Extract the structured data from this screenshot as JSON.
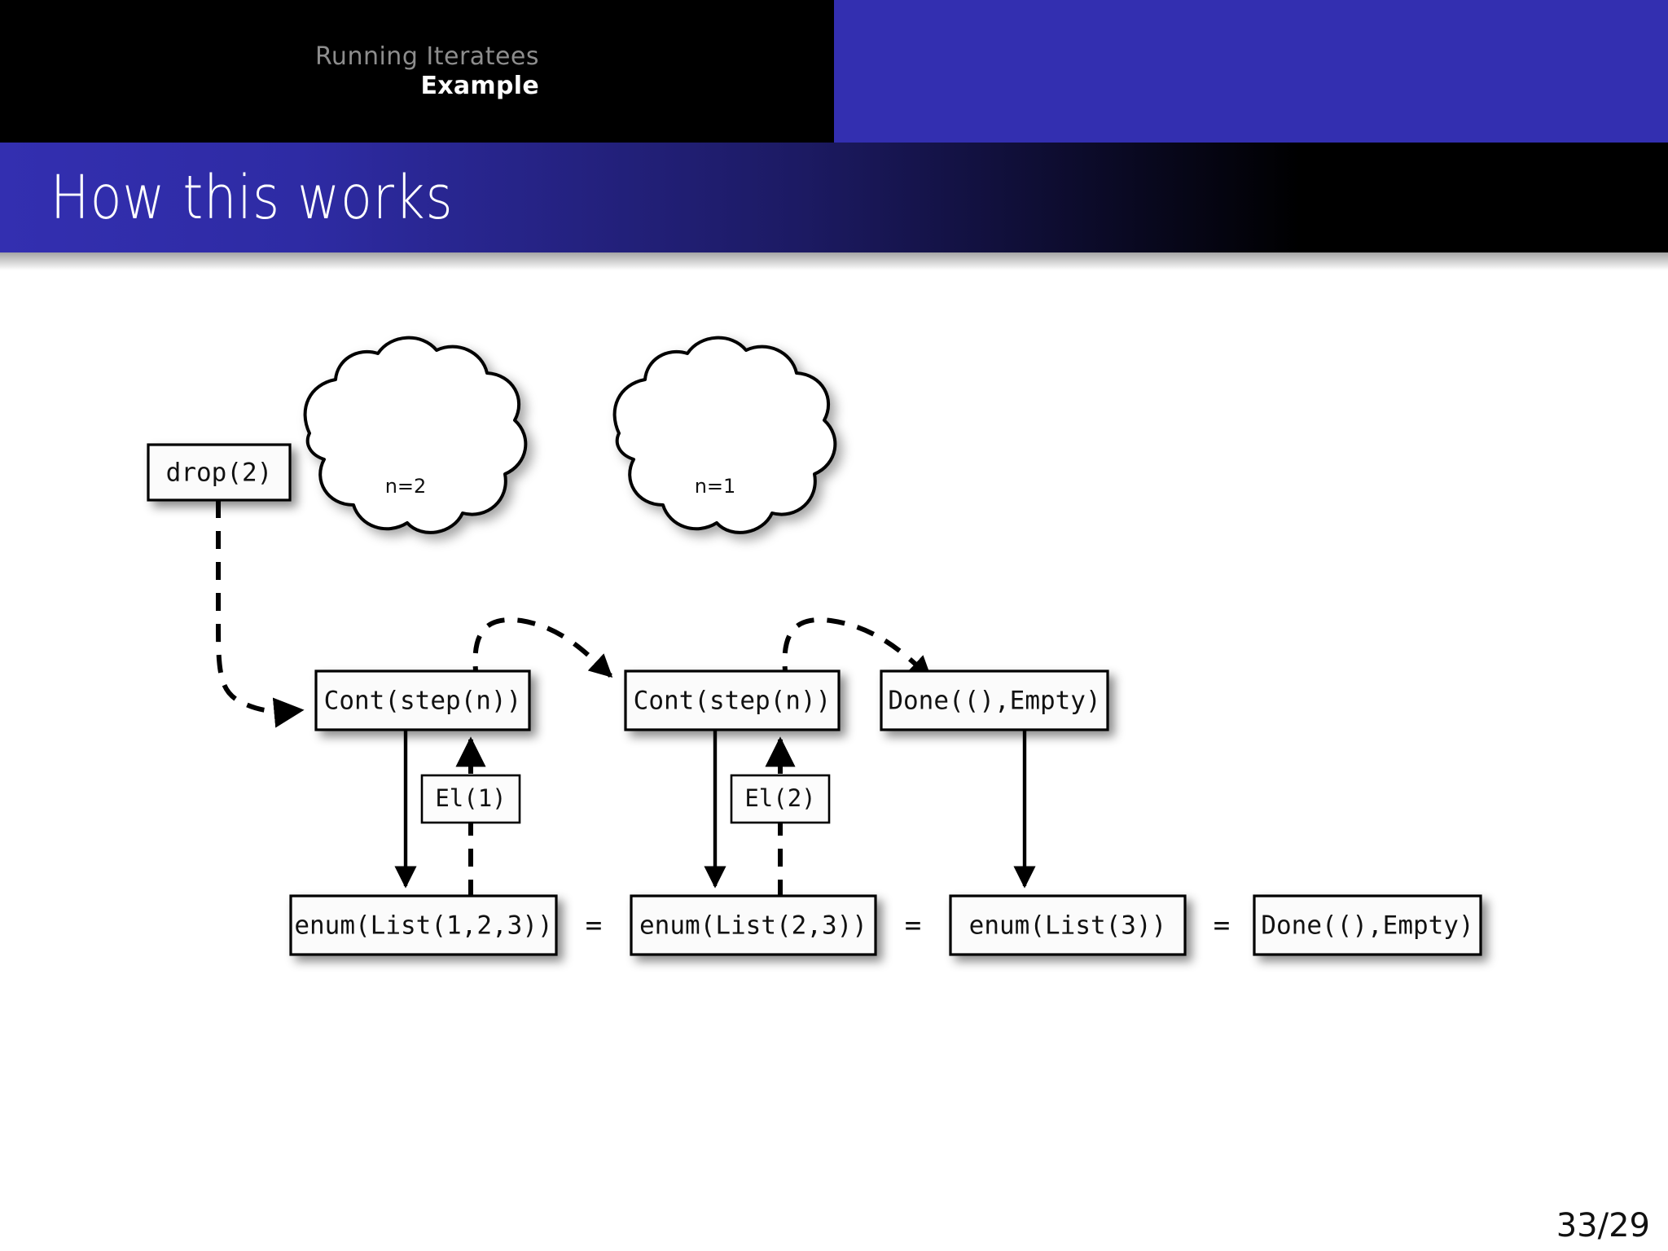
{
  "header": {
    "section": "Running Iteratees",
    "subsection": "Example"
  },
  "title": "How this works",
  "footer": {
    "page_number": "33/29"
  },
  "diagram": {
    "nodes": {
      "drop": "drop(2)",
      "cont_1": "Cont(step(n))",
      "cont_2": "Cont(step(n))",
      "done_top": "Done((),Empty)",
      "el_1": "El(1)",
      "el_2": "El(2)",
      "enum_1": "enum(List(1,2,3))",
      "enum_2": "enum(List(2,3))",
      "enum_3": "enum(List(3))",
      "done_bottom": "Done((),Empty)"
    },
    "clouds": [
      {
        "label": "n=2"
      },
      {
        "label": "n=1"
      }
    ],
    "equals": [
      "=",
      "=",
      "="
    ]
  },
  "colors": {
    "brand_blue": "#332fb0",
    "header_black": "#000000",
    "title_text": "#ffffff",
    "nav_inactive": "#8d8d8d",
    "diagram_ink": "#000000",
    "box_fill": "#fbfbfb"
  }
}
